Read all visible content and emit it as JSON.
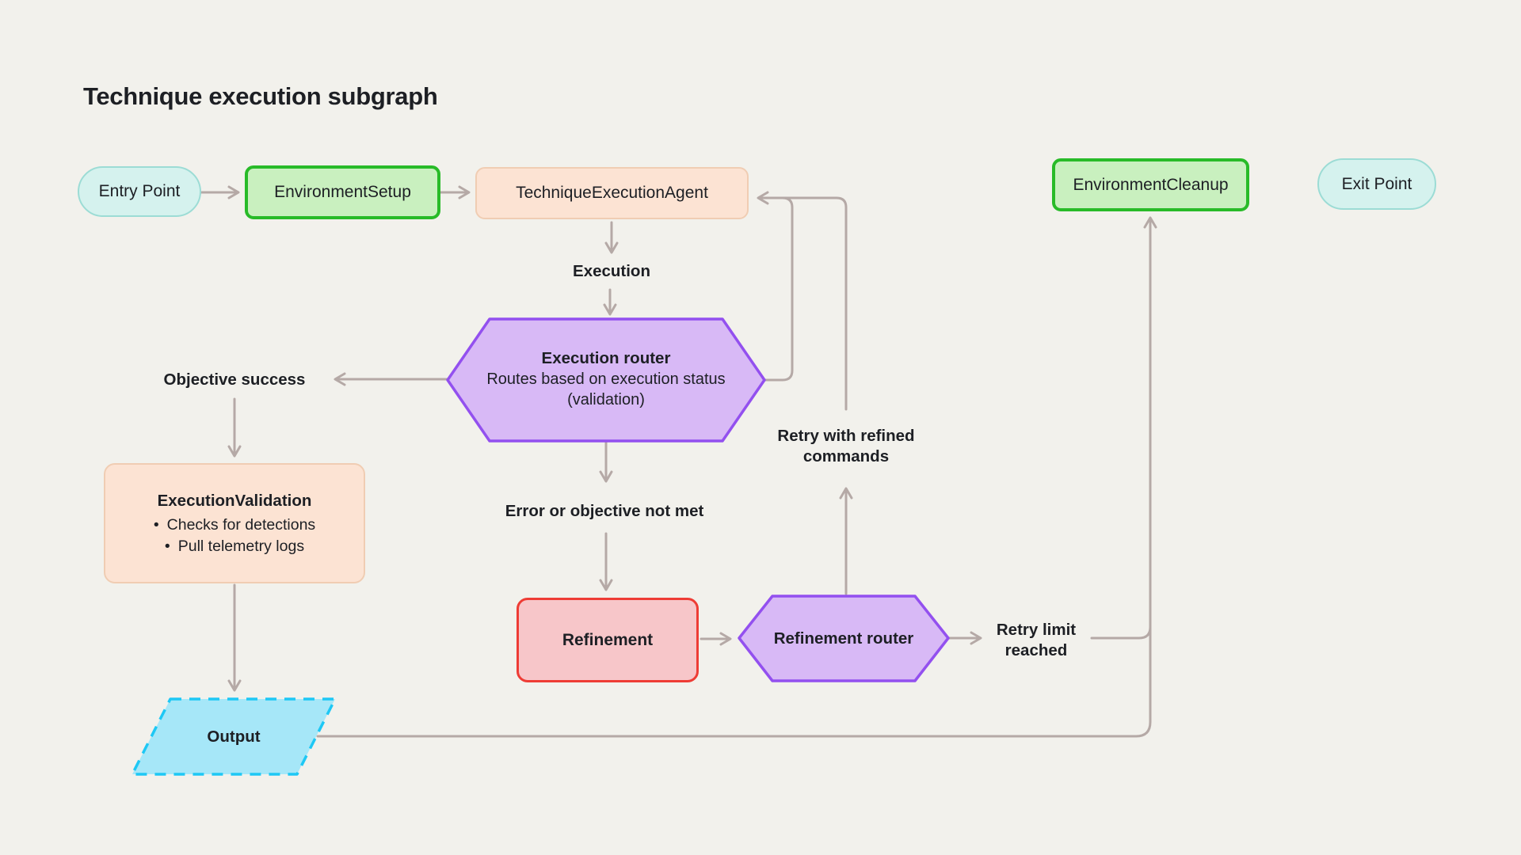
{
  "title": "Technique execution subgraph",
  "nodes": {
    "entry_point": {
      "label": "Entry Point"
    },
    "environment_setup": {
      "label": "EnvironmentSetup"
    },
    "technique_execution_agent": {
      "label": "TechniqueExecutionAgent"
    },
    "execution_router": {
      "title": "Execution router",
      "line2": "Routes based on execution status",
      "line3": "(validation)"
    },
    "execution_validation": {
      "title": "ExecutionValidation",
      "bullet_char": "•",
      "bullets": [
        "Checks for detections",
        "Pull telemetry logs"
      ]
    },
    "refinement": {
      "label": "Refinement"
    },
    "refinement_router": {
      "label": "Refinement router"
    },
    "output": {
      "label": "Output"
    },
    "environment_cleanup": {
      "label": "EnvironmentCleanup"
    },
    "exit_point": {
      "label": "Exit Point"
    }
  },
  "edge_labels": {
    "execution": "Execution",
    "objective_success": "Objective success",
    "error_or_objective_not_met": "Error or objective not met",
    "retry_refined_line1": "Retry with refined",
    "retry_refined_line2": "commands",
    "retry_limit_line1": "Retry limit",
    "retry_limit_line2": "reached"
  },
  "colors": {
    "background": "#f2f1ec",
    "edge_line": "#b5a9a6",
    "text": "#1d1f24",
    "terminal_fill": "#d5f2ee",
    "terminal_border": "#9cdcd5",
    "env_fill": "#c9f0bf",
    "env_border": "#28bb28",
    "agent_fill": "#fce3d3",
    "agent_border": "#f0cdb3",
    "router_fill": "#d8b9f6",
    "router_border": "#9350ef",
    "refinement_fill": "#f7c6c9",
    "refinement_border": "#ee3c35",
    "output_fill": "#a6e7f8",
    "output_border": "#1ec8f5"
  }
}
